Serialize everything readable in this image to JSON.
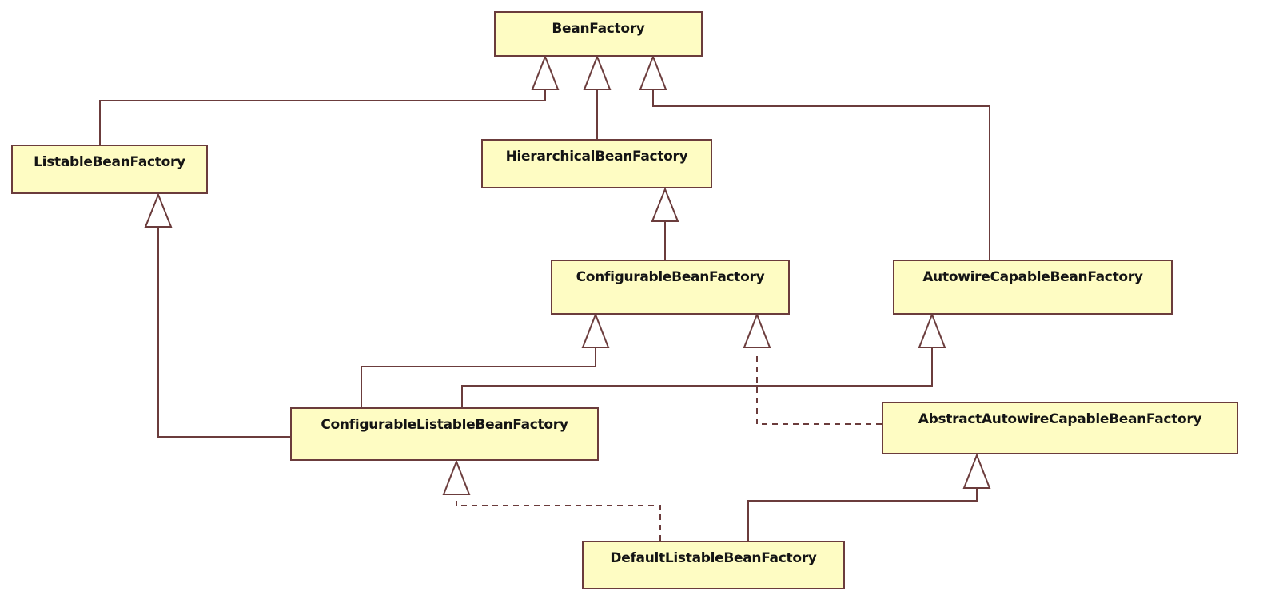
{
  "diagram": {
    "type": "UML class diagram",
    "colors": {
      "box_fill": "#fefcc3",
      "line": "#6b3c3c",
      "text": "#141414"
    },
    "classes": [
      {
        "id": "bean-factory",
        "name": "BeanFactory"
      },
      {
        "id": "listable-bean-factory",
        "name": "ListableBeanFactory"
      },
      {
        "id": "hierarchical-bean-factory",
        "name": "HierarchicalBeanFactory"
      },
      {
        "id": "configurable-bean-factory",
        "name": "ConfigurableBeanFactory"
      },
      {
        "id": "autowire-capable-bean-factory",
        "name": "AutowireCapableBeanFactory"
      },
      {
        "id": "configurable-listable-bean-factory",
        "name": "ConfigurableListableBeanFactory"
      },
      {
        "id": "abstract-autowire-capable-bean-factory",
        "name": "AbstractAutowireCapableBeanFactory"
      },
      {
        "id": "default-listable-bean-factory",
        "name": "DefaultListableBeanFactory"
      }
    ],
    "relations": [
      {
        "from": "ListableBeanFactory",
        "to": "BeanFactory",
        "kind": "generalization"
      },
      {
        "from": "HierarchicalBeanFactory",
        "to": "BeanFactory",
        "kind": "generalization"
      },
      {
        "from": "AutowireCapableBeanFactory",
        "to": "BeanFactory",
        "kind": "generalization"
      },
      {
        "from": "ConfigurableBeanFactory",
        "to": "HierarchicalBeanFactory",
        "kind": "generalization"
      },
      {
        "from": "ConfigurableListableBeanFactory",
        "to": "ListableBeanFactory",
        "kind": "generalization"
      },
      {
        "from": "ConfigurableListableBeanFactory",
        "to": "ConfigurableBeanFactory",
        "kind": "generalization"
      },
      {
        "from": "ConfigurableListableBeanFactory",
        "to": "AutowireCapableBeanFactory",
        "kind": "generalization"
      },
      {
        "from": "AbstractAutowireCapableBeanFactory",
        "to": "ConfigurableBeanFactory",
        "kind": "realization"
      },
      {
        "from": "DefaultListableBeanFactory",
        "to": "ConfigurableListableBeanFactory",
        "kind": "realization"
      },
      {
        "from": "DefaultListableBeanFactory",
        "to": "AbstractAutowireCapableBeanFactory",
        "kind": "generalization"
      }
    ]
  }
}
